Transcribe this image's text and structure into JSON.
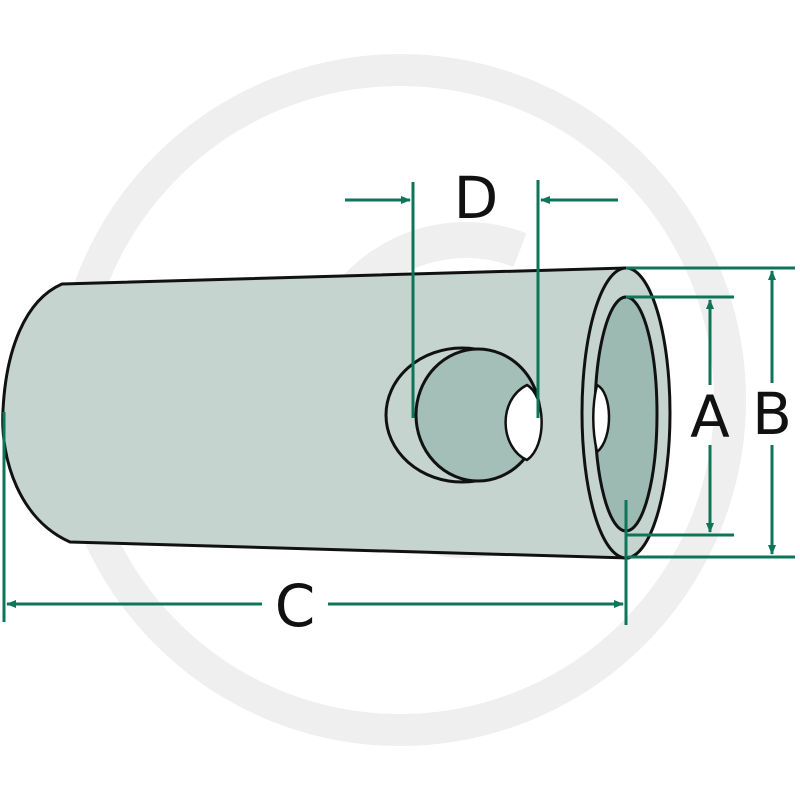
{
  "labels": {
    "inner_diameter": "A",
    "outer_diameter": "B",
    "length": "C",
    "hole_diameter": "D"
  },
  "colors": {
    "body_fill": "#c5d4cf",
    "body_shadow": "#b4c6c0",
    "bore_fill": "#9dbab2",
    "cross_hole_fill": "#a4bfb7",
    "outline": "#111111",
    "dimension_line": "#0f7559",
    "watermark": "#efefef",
    "background": "#ffffff"
  },
  "watermark": {
    "icon": "brand-logo-watermark"
  }
}
